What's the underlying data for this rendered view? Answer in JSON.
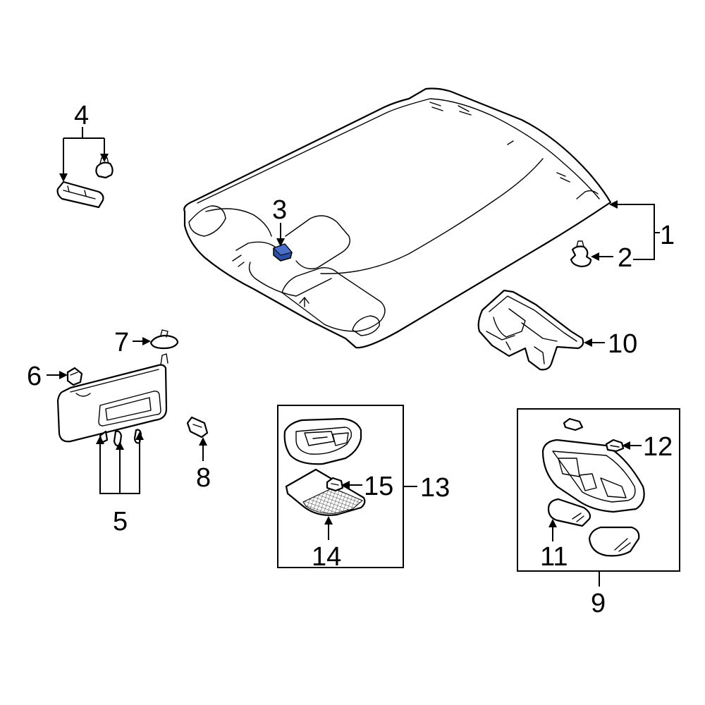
{
  "callouts": {
    "c1": "1",
    "c2": "2",
    "c3": "3",
    "c4": "4",
    "c5": "5",
    "c6": "6",
    "c7": "7",
    "c8": "8",
    "c9": "9",
    "c10": "10",
    "c11": "11",
    "c12": "12",
    "c13": "13",
    "c14": "14",
    "c15": "15"
  },
  "colors": {
    "highlight_part": "#2b4fa8",
    "line": "#000000",
    "background": "#ffffff"
  }
}
